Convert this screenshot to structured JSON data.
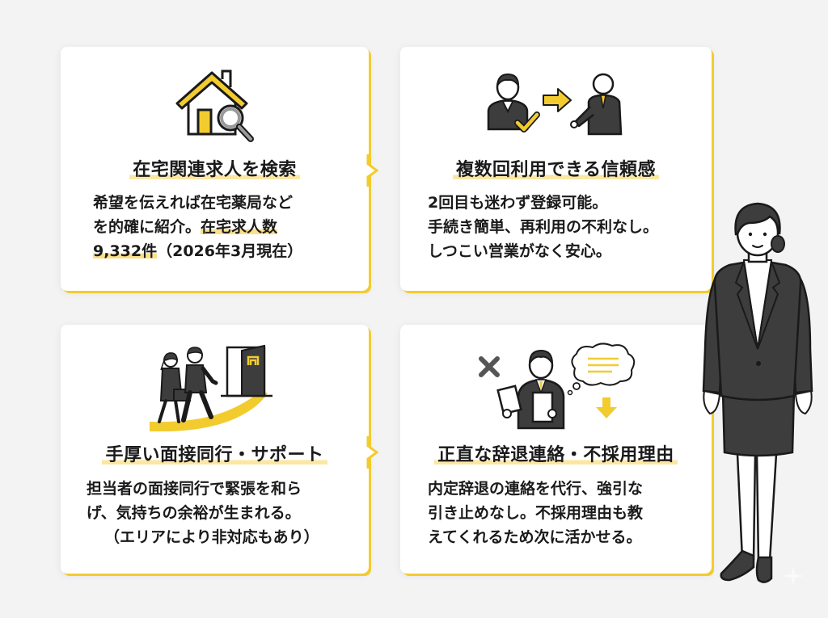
{
  "colors": {
    "background": "#f3f3f3",
    "card": "#ffffff",
    "accent_yellow": "#f2cc2f",
    "highlight_yellow": "#fbe08a",
    "ink": "#1a1a1a",
    "suit_gray": "#3a3a3a"
  },
  "cards": [
    {
      "id": "search",
      "icon": "house-search-icon",
      "title": "在宅関連求人を検索",
      "body_lines": [
        {
          "text": "希望を伝えれば在宅薬局など"
        },
        {
          "pre": "を的確に紹介。",
          "highlight": "在宅求人数"
        },
        {
          "highlight": "9,332件",
          "post": "（2026年3月現在）"
        }
      ]
    },
    {
      "id": "reuse",
      "icon": "reuse-handoff-icon",
      "title": "複数回利用できる信頼感",
      "body_lines": [
        {
          "text": "2回目も迷わず登録可能。"
        },
        {
          "text": "手続き簡単、再利用の不利なし。"
        },
        {
          "text": "しつこい営業がなく安心。"
        }
      ]
    },
    {
      "id": "interview",
      "icon": "interview-escort-icon",
      "title": "手厚い面接同行・サポート",
      "body_lines": [
        {
          "text": "担当者の面接同行で緊張を和ら"
        },
        {
          "text": "げ、気持ちの余裕が生まれる。"
        },
        {
          "text": "（エリアにより非対応もあり）"
        }
      ]
    },
    {
      "id": "honest",
      "icon": "honest-feedback-icon",
      "title": "正直な辞退連絡・不採用理由",
      "body_lines": [
        {
          "text": "内定辞退の連絡を代行、強引な"
        },
        {
          "text": "引き止めなし。不採用理由も教"
        },
        {
          "text": "えてくれるため次に活かせる。"
        }
      ]
    }
  ],
  "figure": {
    "icon": "businesswoman-illustration"
  }
}
